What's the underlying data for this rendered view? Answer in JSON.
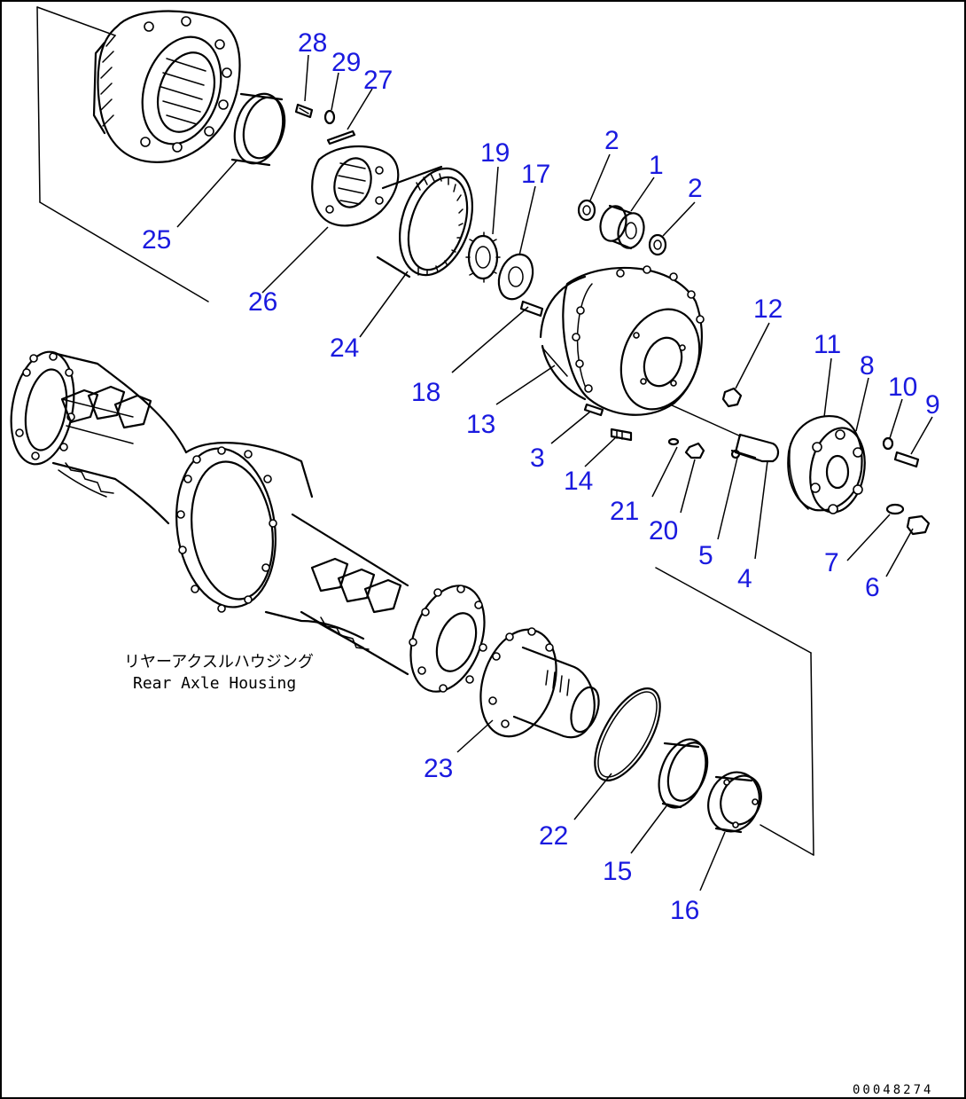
{
  "housing_label": {
    "japanese": "リヤーアクスルハウジング",
    "english": "Rear Axle Housing"
  },
  "drawing_code": "00048274",
  "callouts": [
    "28",
    "29",
    "27",
    "2",
    "1",
    "2",
    "19",
    "17",
    "25",
    "26",
    "24",
    "12",
    "11",
    "8",
    "10",
    "9",
    "18",
    "13",
    "3",
    "14",
    "21",
    "20",
    "5",
    "4",
    "7",
    "6",
    "23",
    "22",
    "15",
    "16"
  ]
}
